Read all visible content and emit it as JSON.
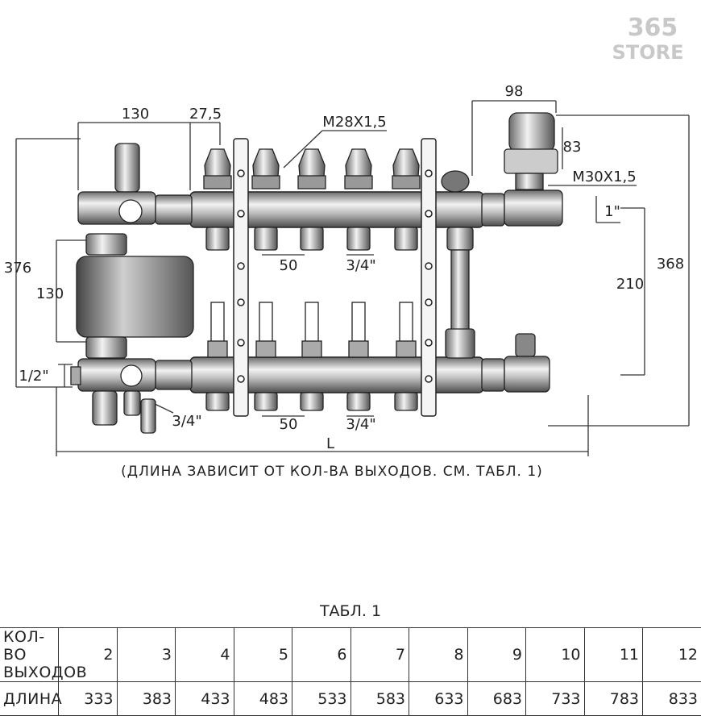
{
  "logo": {
    "number": "365",
    "text": "STORE"
  },
  "dimensions": {
    "top_130": "130",
    "top_27_5": "27,5",
    "thread_m28": "M28X1,5",
    "top_98": "98",
    "right_83": "83",
    "thread_m30": "M30X1,5",
    "one_inch": "1\"",
    "left_376": "376",
    "left_130": "130",
    "pitch_top_50": "50",
    "outlet_top_3_4": "3/4\"",
    "right_368": "368",
    "right_210": "210",
    "half_inch": "1/2\"",
    "drain_3_4": "3/4\"",
    "pitch_bottom_50": "50",
    "outlet_bottom_3_4": "3/4\"",
    "length_L": "L"
  },
  "caption": "(ДЛИНА ЗАВИСИТ ОТ КОЛ-ВА ВЫХОДОВ. СМ. ТАБЛ. 1)",
  "table": {
    "title": "ТАБЛ. 1",
    "row1_label": "КОЛ-ВО ВЫХОДОВ",
    "row2_label": "ДЛИНА",
    "outlets": [
      "2",
      "3",
      "4",
      "5",
      "6",
      "7",
      "8",
      "9",
      "10",
      "11",
      "12"
    ],
    "lengths": [
      "333",
      "383",
      "433",
      "483",
      "533",
      "583",
      "633",
      "683",
      "733",
      "783",
      "833"
    ]
  }
}
